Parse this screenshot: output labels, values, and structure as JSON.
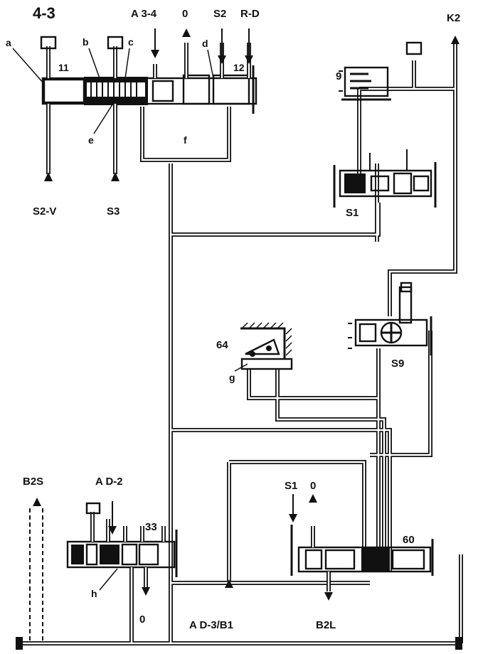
{
  "title": "4-3",
  "labels": {
    "a": "a",
    "b": "b",
    "c": "c",
    "d": "d",
    "e": "e",
    "f": "f",
    "g": "g",
    "h": "h",
    "n11": "11",
    "n12": "12",
    "n9": "9",
    "n33": "33",
    "n60": "60",
    "n64": "64",
    "s1_upper": "S1",
    "s9": "S9"
  },
  "ports": {
    "a34": "A 3-4",
    "o_top": "0",
    "s2_top": "S2",
    "rd": "R-D",
    "k2": "K2",
    "s2v": "S2-V",
    "s3": "S3",
    "b2s": "B2S",
    "ad2": "A D-2",
    "o_bottom_left": "0",
    "ad3b1": "A D-3/B1",
    "s1_right": "S1",
    "o_right": "0",
    "b2l": "B2L"
  }
}
